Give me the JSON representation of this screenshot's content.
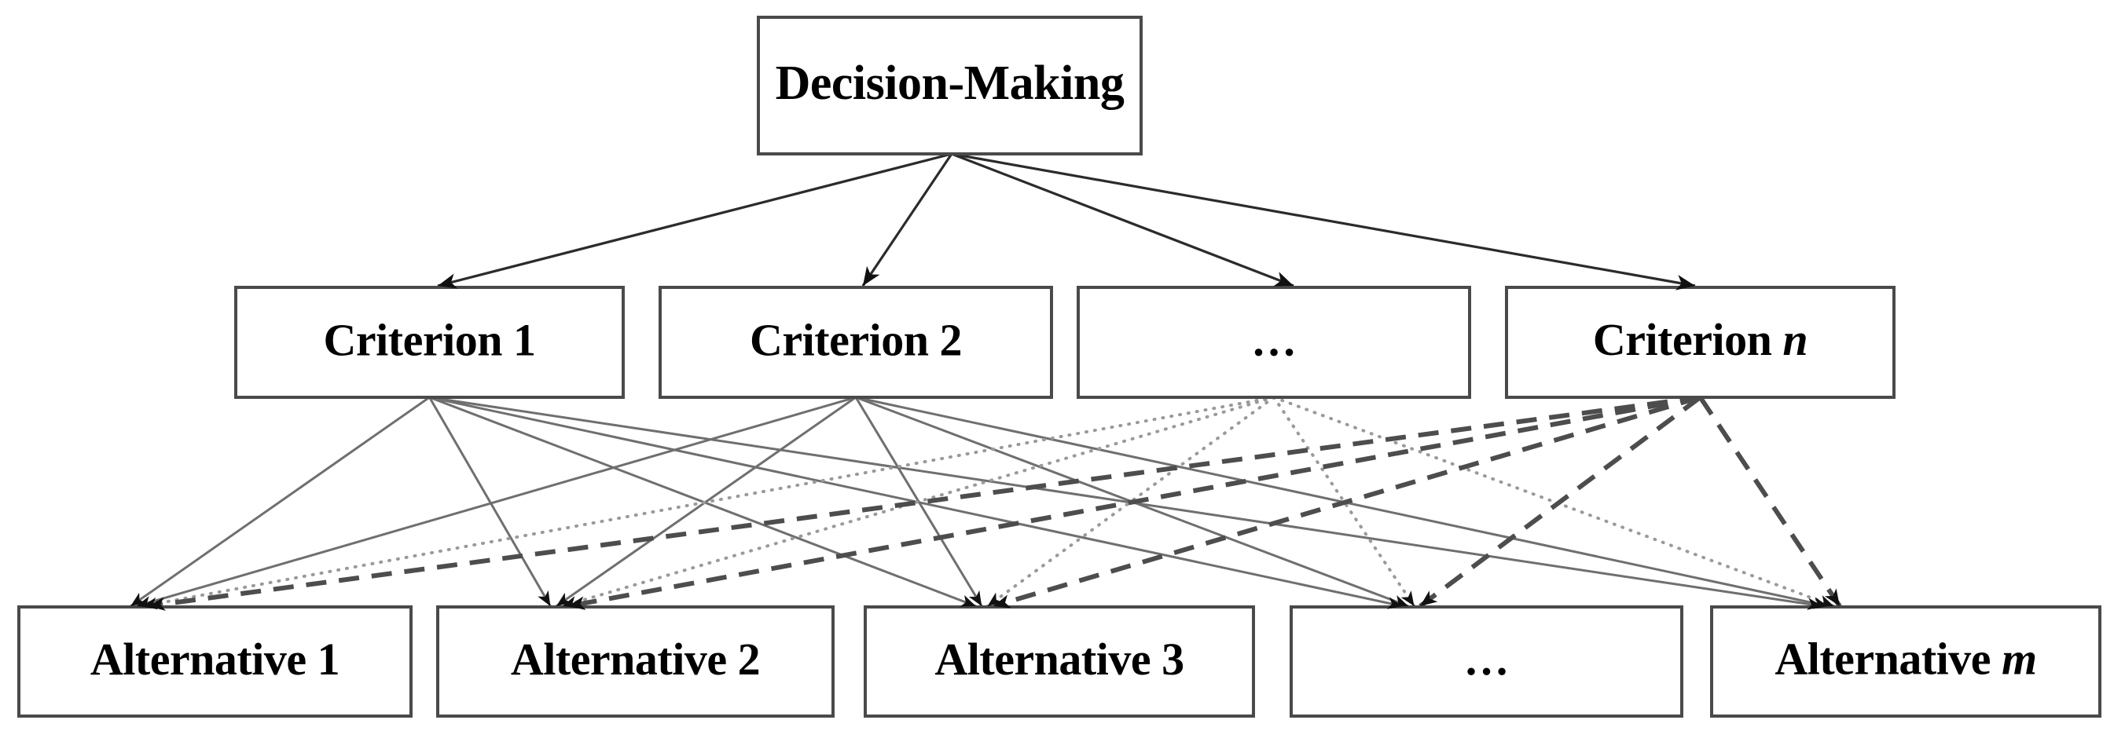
{
  "diagram": {
    "title": "Decision-Making hierarchy",
    "type": "hierarchy-tree",
    "background_color": "#ffffff",
    "box_border_color": "#4a4a4a",
    "box_fill_color": "#ffffff",
    "text_color": "#000000",
    "levels": [
      {
        "id": "goal",
        "name": "goal-level",
        "nodes": [
          {
            "id": "goal",
            "label": "Decision-Making",
            "italic_suffix": ""
          }
        ]
      },
      {
        "id": "criteria",
        "name": "criteria-level",
        "nodes": [
          {
            "id": "c1",
            "label": "Criterion 1",
            "italic_suffix": "",
            "edge_style": "solid"
          },
          {
            "id": "c2",
            "label": "Criterion 2",
            "italic_suffix": "",
            "edge_style": "solid"
          },
          {
            "id": "cdots",
            "label": "…",
            "italic_suffix": "",
            "edge_style": "dotted"
          },
          {
            "id": "cn",
            "label": "Criterion ",
            "italic_suffix": "n",
            "edge_style": "dashed"
          }
        ]
      },
      {
        "id": "alternatives",
        "name": "alternatives-level",
        "nodes": [
          {
            "id": "a1",
            "label": "Alternative 1",
            "italic_suffix": ""
          },
          {
            "id": "a2",
            "label": "Alternative 2",
            "italic_suffix": ""
          },
          {
            "id": "a3",
            "label": "Alternative 3",
            "italic_suffix": ""
          },
          {
            "id": "adots",
            "label": "…",
            "italic_suffix": ""
          },
          {
            "id": "am",
            "label": "Alternative ",
            "italic_suffix": "m"
          }
        ]
      }
    ],
    "edge_styles": {
      "root_to_criteria": "solid-black-arrow",
      "criterion_1": "solid-gray",
      "criterion_2": "solid-gray",
      "criterion_dots": "dotted-gray",
      "criterion_n": "dashed-dark"
    },
    "edge_counts": {
      "root_to_criteria": 4,
      "criteria_to_alternatives": 20
    }
  }
}
